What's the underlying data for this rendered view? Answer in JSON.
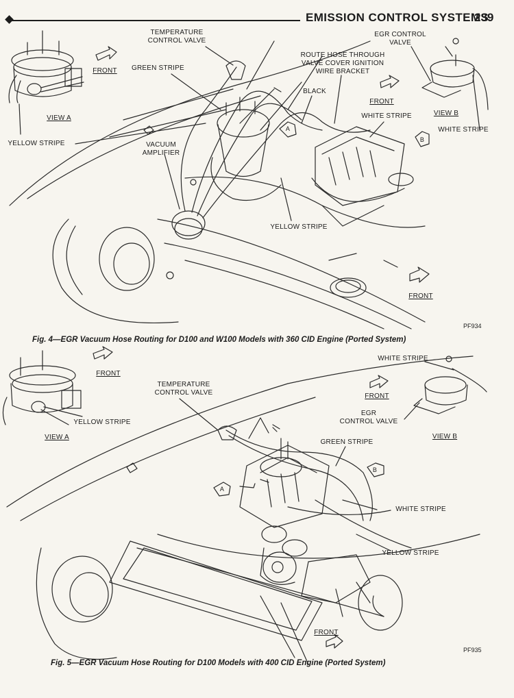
{
  "header": {
    "title": "EMISSION CONTROL SYSTEMS",
    "page_number": "239"
  },
  "figure4": {
    "labels": {
      "temperature_control_valve": "TEMPERATURE\nCONTROL VALVE",
      "egr_control_valve": "EGR CONTROL\nVALVE",
      "front_left": "FRONT",
      "green_stripe": "GREEN STRIPE",
      "route_hose": "ROUTE HOSE THROUGH\nVALVE COVER IGNITION\nWIRE BRACKET",
      "black": "BLACK",
      "front_right": "FRONT",
      "view_a": "VIEW A",
      "white_stripe_center": "WHITE STRIPE",
      "view_b": "VIEW B",
      "white_stripe_right": "WHITE STRIPE",
      "yellow_stripe_left": "YELLOW STRIPE",
      "vacuum_amplifier": "VACUUM\nAMPLIFIER",
      "yellow_stripe_bottom": "YELLOW STRIPE",
      "front_bottom": "FRONT",
      "marker_a": "A",
      "marker_b": "B"
    },
    "code": "PF934",
    "caption": "Fig. 4—EGR Vacuum Hose Routing for D100 and W100 Models with 360 CID Engine (Ported System)"
  },
  "figure5": {
    "labels": {
      "front_top": "FRONT",
      "white_stripe_top": "WHITE STRIPE",
      "temperature_control_valve": "TEMPERATURE\nCONTROL VALVE",
      "front_right": "FRONT",
      "egr_control_valve": "EGR\nCONTROL VALVE",
      "yellow_stripe_left": "YELLOW STRIPE",
      "view_a": "VIEW A",
      "view_b": "VIEW B",
      "green_stripe": "GREEN STRIPE",
      "white_stripe_right": "WHITE STRIPE",
      "yellow_stripe_right": "YELLOW STRIPE",
      "front_bottom": "FRONT",
      "marker_a": "A",
      "marker_b": "B"
    },
    "code": "PF935",
    "caption": "Fig. 5—EGR Vacuum Hose Routing for D100 Models with 400 CID Engine (Ported System)"
  }
}
